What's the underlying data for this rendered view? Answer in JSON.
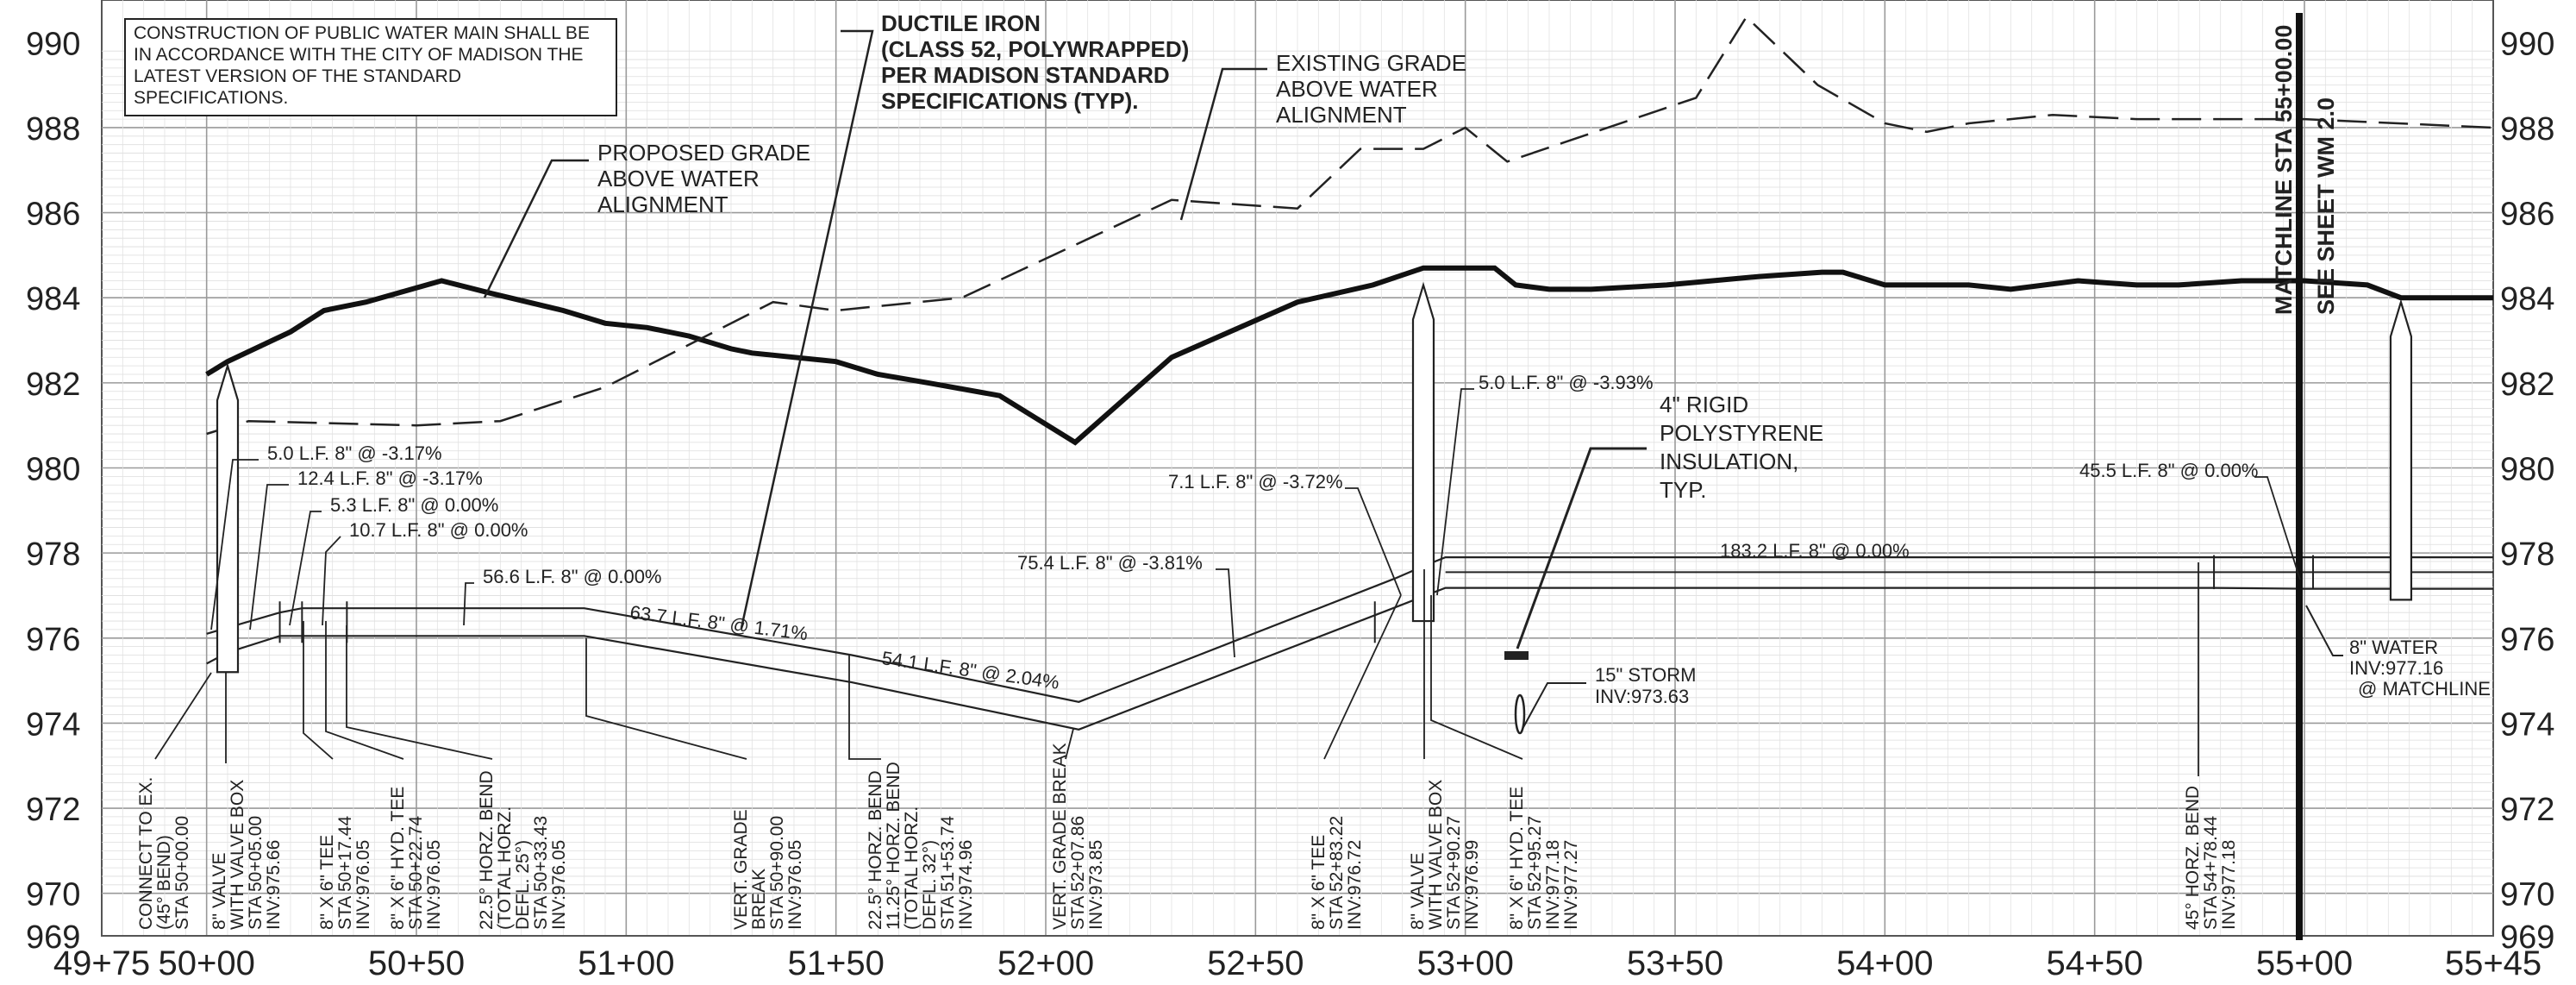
{
  "sheet": {
    "general_note": [
      "CONSTRUCTION OF PUBLIC WATER MAIN SHALL BE",
      "IN ACCORDANCE WITH THE CITY OF MADISON  THE",
      "LATEST VERSION OF THE STANDARD",
      "SPECIFICATIONS."
    ],
    "pipe_note": [
      "DUCTILE IRON",
      "(CLASS 52, POLYWRAPPED)",
      "PER MADISON STANDARD",
      "SPECIFICATIONS (TYP)."
    ],
    "existing_grade_label": [
      "EXISTING GRADE",
      "ABOVE WATER",
      "ALIGNMENT"
    ],
    "proposed_grade_label": [
      "PROPOSED GRADE",
      "ABOVE WATER",
      "ALIGNMENT"
    ],
    "insulation_label": [
      "4\" RIGID",
      "POLYSTYRENE",
      "INSULATION,",
      "TYP."
    ],
    "storm_label": [
      "15\" STORM",
      "INV:973.63"
    ],
    "matchline": "MATCHLINE STA 55+00.00",
    "see_sheet": "SEE SHEET WM 2.0",
    "matchline_water": [
      "8\" WATER",
      "INV:977.16",
      "@ MATCHLINE"
    ]
  },
  "axes": {
    "elevations": [
      "990",
      "988",
      "986",
      "984",
      "982",
      "980",
      "978",
      "976",
      "974",
      "972",
      "970",
      "969"
    ],
    "stations": [
      "49+75",
      "50+00",
      "50+50",
      "51+00",
      "51+50",
      "52+00",
      "52+50",
      "53+00",
      "53+50",
      "54+00",
      "54+50",
      "55+00",
      "55+45"
    ]
  },
  "pipe_callouts": [
    "5.0 L.F. 8\" @ -3.17%",
    "12.4 L.F. 8\" @ -3.17%",
    "5.3 L.F. 8\" @ 0.00%",
    "10.7 L.F. 8\" @ 0.00%",
    "56.6 L.F. 8\" @ 0.00%",
    "63.7 L.F. 8\" @ 1.71%",
    "54.1 L.F. 8\" @ 2.04%",
    "75.4 L.F. 8\" @ -3.81%",
    "7.1 L.F. 8\" @ -3.72%",
    "5.0 L.F. 8\" @ -3.93%",
    "183.2 L.F. 8\" @ 0.00%",
    "45.5 L.F. 8\" @ 0.00%"
  ],
  "fitting_labels": [
    [
      "CONNECT TO EX.",
      "(45° BEND)",
      "STA 50+00.00"
    ],
    [
      "8\" VALVE",
      "WITH VALVE BOX",
      "STA 50+05.00",
      "INV:975.66"
    ],
    [
      "8\" X 6\" TEE",
      "STA 50+17.44",
      "INV:976.05"
    ],
    [
      "8\" X 6\" HYD. TEE",
      "STA 50+22.74",
      "INV:976.05"
    ],
    [
      "22.5° HORZ. BEND",
      "(TOTAL HORZ.",
      "DEFL. 25°)",
      "STA 50+33.43",
      "INV:976.05"
    ],
    [
      "VERT. GRADE",
      "BREAK",
      "STA 50+90.00",
      "INV:976.05"
    ],
    [
      "22.5° HORZ. BEND",
      "11.25° HORZ. BEND",
      "(TOTAL HORZ.",
      "DEFL. 32°)",
      "STA 51+53.74",
      "INV:974.96"
    ],
    [
      "VERT. GRADE BREAK",
      "STA 52+07.86",
      "INV:973.85"
    ],
    [
      "8\" X 6\" TEE",
      "STA 52+83.22",
      "INV:976.72"
    ],
    [
      "8\" VALVE",
      "WITH VALVE BOX",
      "STA 52+90.27",
      "INV:976.99"
    ],
    [
      "8\" X 6\" HYD. TEE",
      "STA 52+95.27",
      "INV:977.18",
      "INV:977.27"
    ],
    [
      "45° HORZ. BEND",
      "STA 54+78.44",
      "INV:977.18"
    ]
  ],
  "chart_data": {
    "type": "line",
    "xlabel": "",
    "ylabel": "",
    "xlim": [
      4975,
      5545
    ],
    "ylim": [
      969,
      991
    ],
    "x_ticks": [
      4975,
      5000,
      5050,
      5100,
      5150,
      5200,
      5250,
      5300,
      5350,
      5400,
      5450,
      5500,
      5545
    ],
    "y_ticks": [
      969,
      970,
      972,
      974,
      976,
      978,
      980,
      982,
      984,
      986,
      988,
      990
    ],
    "series": [
      {
        "name": "PROPOSED GRADE",
        "style": "solid-heavy",
        "x": [
          5000,
          5005,
          5020,
          5028,
          5038,
          5056,
          5068,
          5085,
          5095,
          5105,
          5115,
          5125,
          5130,
          5150,
          5160,
          5172,
          5189,
          5207,
          5230,
          5260,
          5278,
          5290,
          5297,
          5307,
          5312,
          5320,
          5330,
          5348,
          5370,
          5385,
          5390,
          5400,
          5420,
          5430,
          5446,
          5460,
          5470,
          5485,
          5500,
          5515,
          5523,
          5545
        ],
        "y": [
          982.2,
          982.5,
          983.2,
          983.7,
          983.9,
          984.4,
          984.1,
          983.7,
          983.4,
          983.3,
          983.1,
          982.8,
          982.7,
          982.5,
          982.2,
          982.0,
          981.7,
          980.6,
          982.6,
          983.9,
          984.3,
          984.7,
          984.7,
          984.7,
          984.3,
          984.2,
          984.2,
          984.3,
          984.5,
          984.6,
          984.6,
          984.3,
          984.3,
          984.2,
          984.4,
          984.3,
          984.3,
          984.4,
          984.4,
          984.3,
          984.0,
          984.0
        ]
      },
      {
        "name": "EXISTING GRADE",
        "style": "dashed",
        "x": [
          5000,
          5010,
          5050,
          5070,
          5095,
          5135,
          5150,
          5180,
          5230,
          5260,
          5275,
          5290,
          5300,
          5310,
          5355,
          5367,
          5384,
          5400,
          5410,
          5420,
          5440,
          5460,
          5500,
          5545
        ],
        "y": [
          980.8,
          981.1,
          981.0,
          981.1,
          981.9,
          983.9,
          983.7,
          984.0,
          986.3,
          986.1,
          987.5,
          987.5,
          988.0,
          987.2,
          988.7,
          990.6,
          989.0,
          988.1,
          987.9,
          988.1,
          988.3,
          988.2,
          988.2,
          988.0
        ]
      },
      {
        "name": "8\" WATER MAIN (TOP)",
        "style": "thin",
        "x": [
          5000,
          5017.44,
          5022.74,
          5033.43,
          5090,
          5153.74,
          5207.86,
          5283.22,
          5290.27,
          5295.27,
          5500,
          5545
        ],
        "y": [
          976.1,
          976.6,
          976.7,
          976.7,
          976.7,
          975.6,
          974.5,
          977.4,
          977.7,
          977.9,
          977.9,
          977.9
        ]
      },
      {
        "name": "8\" WATER MAIN (INVERT)",
        "style": "thin",
        "x": [
          5000,
          5005,
          5017.44,
          5022.74,
          5033.43,
          5090,
          5153.74,
          5207.86,
          5283.22,
          5290.27,
          5295.27,
          5478.44,
          5500,
          5545
        ],
        "y": [
          975.4,
          975.66,
          976.05,
          976.05,
          976.05,
          976.05,
          974.96,
          973.85,
          976.72,
          976.99,
          977.18,
          977.18,
          977.16,
          977.16
        ]
      }
    ]
  }
}
